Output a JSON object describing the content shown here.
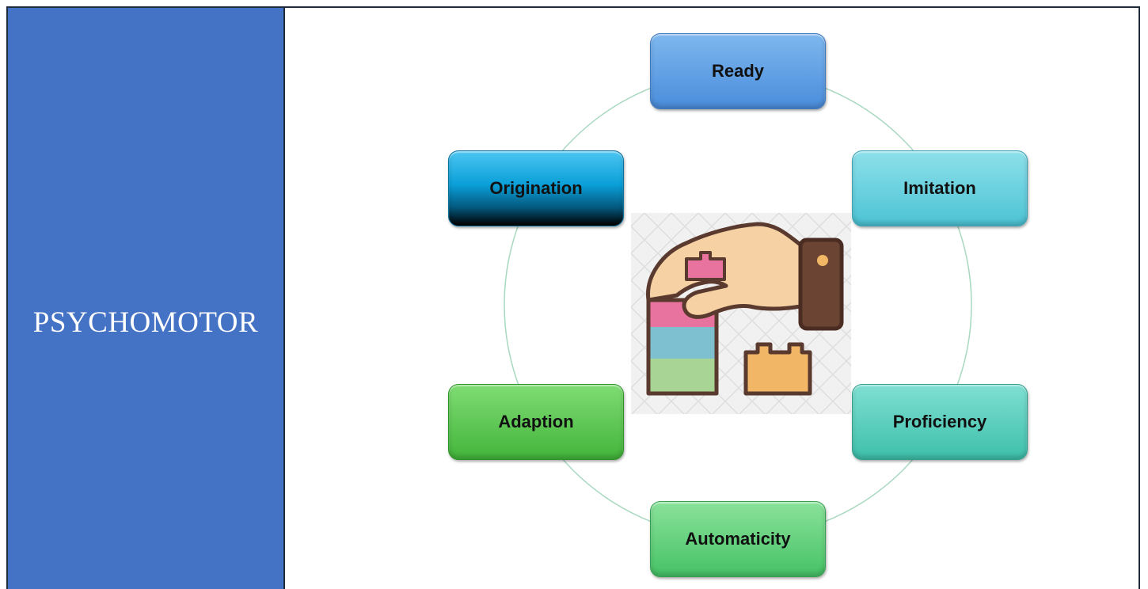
{
  "sidebar": {
    "title": "PSYCHOMOTOR"
  },
  "cycle": {
    "stages": [
      {
        "label": "Ready"
      },
      {
        "label": "Imitation"
      },
      {
        "label": "Proficiency"
      },
      {
        "label": "Automaticity"
      },
      {
        "label": "Adaption"
      },
      {
        "label": "Origination"
      }
    ],
    "center_image": "hand-placing-building-block-icon"
  },
  "colors": {
    "sidebar_bg": "#4472c4",
    "ring": "#9fd3b5",
    "ready": "#5a9ae2",
    "imitation": "#5ccad9",
    "proficiency": "#4fc7b4",
    "automaticity": "#55c872",
    "adaption": "#4cba43",
    "origination": "#0a9fd8"
  }
}
